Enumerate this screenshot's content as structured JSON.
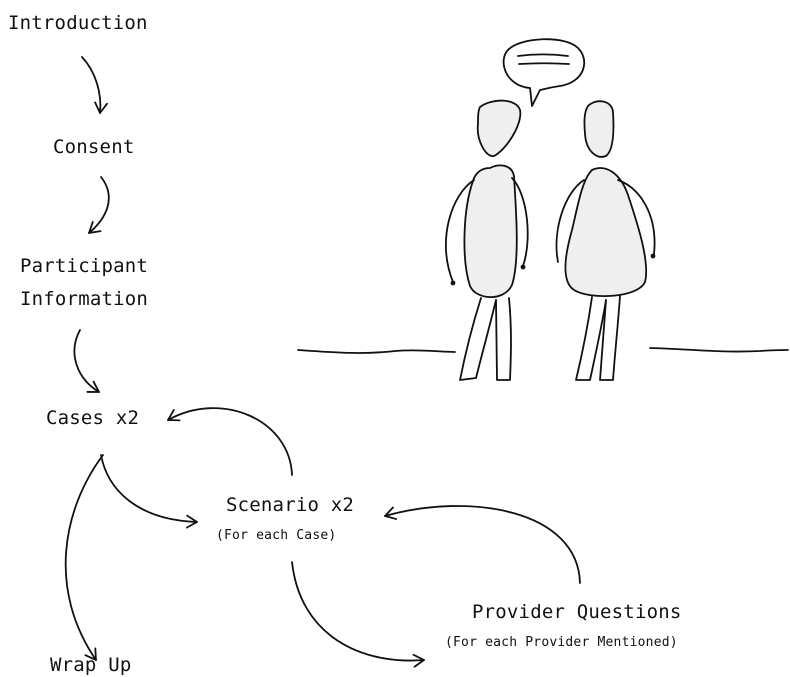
{
  "flow": {
    "introduction": "Introduction",
    "consent": "Consent",
    "participant_line1": "Participant",
    "participant_line2": "Information",
    "cases": "Cases x2",
    "scenario": "Scenario x2",
    "scenario_note": "(For each Case)",
    "provider": "Provider Questions",
    "provider_note": "(For each Provider Mentioned)",
    "wrap_up": "Wrap Up"
  }
}
